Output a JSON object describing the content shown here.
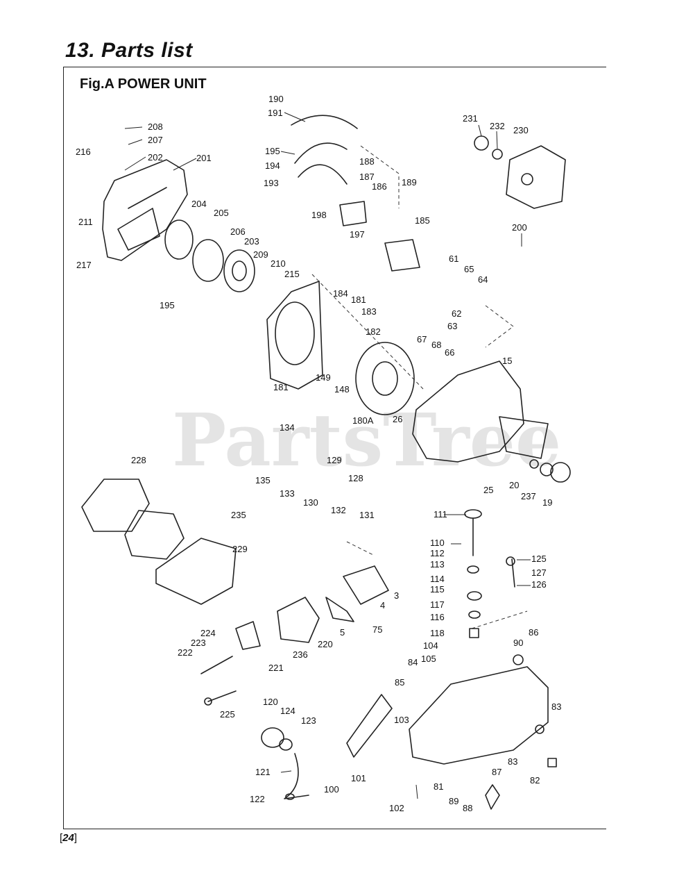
{
  "header": {
    "title": "13. Parts list"
  },
  "figure": {
    "title": "Fig.A POWER UNIT",
    "watermark": "PartsTree"
  },
  "footer": {
    "page_number": "24",
    "bracket_left": "[",
    "bracket_right": "]"
  },
  "labels": [
    "190",
    "191",
    "195",
    "188",
    "194",
    "187",
    "186",
    "189",
    "193",
    "198",
    "197",
    "185",
    "231",
    "232",
    "230",
    "200",
    "208",
    "207",
    "216",
    "202",
    "201",
    "211",
    "204",
    "205",
    "206",
    "203",
    "209",
    "210",
    "217",
    "195",
    "215",
    "184",
    "181",
    "183",
    "182",
    "61",
    "65",
    "64",
    "62",
    "63",
    "67",
    "68",
    "66",
    "15",
    "181",
    "149",
    "148",
    "180A",
    "26",
    "134",
    "129",
    "128",
    "135",
    "133",
    "130",
    "132",
    "131",
    "25",
    "20",
    "237",
    "19",
    "228",
    "235",
    "229",
    "111",
    "110",
    "112",
    "113",
    "114",
    "115",
    "117",
    "116",
    "118",
    "125",
    "127",
    "126",
    "3",
    "4",
    "75",
    "5",
    "220",
    "236",
    "224",
    "223",
    "222",
    "221",
    "225",
    "104",
    "105",
    "84",
    "85",
    "103",
    "90",
    "86",
    "83",
    "120",
    "124",
    "123",
    "121",
    "122",
    "100",
    "101",
    "81",
    "83",
    "82",
    "87",
    "102",
    "89",
    "88"
  ]
}
